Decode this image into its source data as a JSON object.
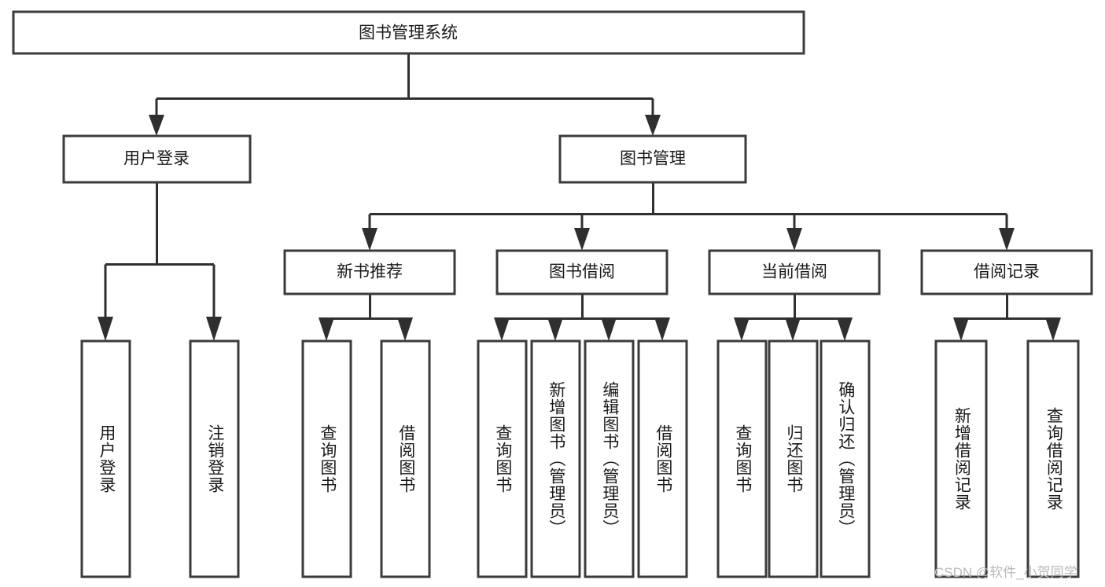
{
  "diagram": {
    "title_node": {
      "label": "图书管理系统"
    },
    "level2": [
      {
        "label": "用户登录"
      },
      {
        "label": "图书管理"
      }
    ],
    "level3": [
      {
        "label": "新书推荐"
      },
      {
        "label": "图书借阅"
      },
      {
        "label": "当前借阅"
      },
      {
        "label": "借阅记录"
      }
    ],
    "leaves": {
      "user_login": [
        {
          "label": "用户登录"
        },
        {
          "label": "注销登录"
        }
      ],
      "new_book": [
        {
          "label": "查询图书"
        },
        {
          "label": "借阅图书"
        }
      ],
      "book_borrow": [
        {
          "label": "查询图书"
        },
        {
          "label": "新增图书（管理员）"
        },
        {
          "label": "编辑图书（管理员）"
        },
        {
          "label": "借阅图书"
        }
      ],
      "current_borrow": [
        {
          "label": "查询图书"
        },
        {
          "label": "归还图书"
        },
        {
          "label": "确认归还（管理员）"
        }
      ],
      "borrow_record": [
        {
          "label": "新增借阅记录"
        },
        {
          "label": "查询借阅记录"
        }
      ]
    }
  },
  "watermark": {
    "text": "CSDN @软件_小贺同学"
  },
  "colors": {
    "box_stroke": "#3b3b3b",
    "line": "#2f2f2f",
    "text": "#1a1a1a",
    "background": "#ffffff",
    "watermark": "#b9b9b9"
  }
}
